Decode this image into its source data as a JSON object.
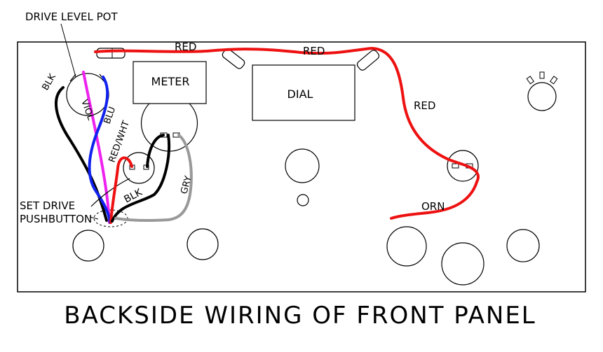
{
  "title": "BACKSIDE WIRING OF FRONT PANEL",
  "labels": {
    "drive_level_pot": "DRIVE LEVEL POT",
    "meter": "METER",
    "dial": "DIAL",
    "set_drive_line1": "SET DRIVE",
    "set_drive_line2": "PUSHBUTTON",
    "wire_red_1": "RED",
    "wire_red_2": "RED",
    "wire_red_3": "RED",
    "wire_orn": "ORN",
    "wire_blk_1": "BLK",
    "wire_blk_2": "BLK",
    "wire_viol": "VIOL",
    "wire_blu": "BLU",
    "wire_red_wht": "RED/WHT",
    "wire_gry": "GRY"
  },
  "colors": {
    "red": "#ee1111",
    "black": "#000000",
    "violet": "#ee22ee",
    "blue": "#1122ee",
    "gray": "#999999",
    "outline": "#000000"
  }
}
